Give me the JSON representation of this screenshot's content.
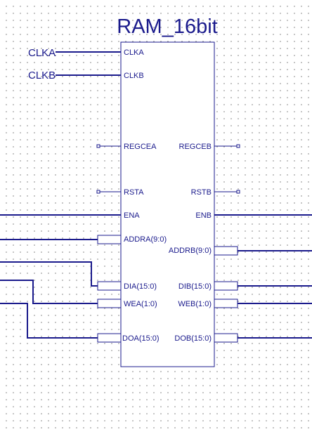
{
  "symbol": {
    "title": "RAM_16bit",
    "nets": {
      "clka": "CLKA",
      "clkb": "CLKB"
    },
    "pins_left": {
      "clka": "CLKA",
      "clkb": "CLKB",
      "regcea": "REGCEA",
      "rsta": "RSTA",
      "ena": "ENA",
      "addra": "ADDRA(9:0)",
      "dia": "DIA(15:0)",
      "wea": "WEA(1:0)",
      "doa": "DOA(15:0)"
    },
    "pins_right": {
      "regceb": "REGCEB",
      "rstb": "RSTB",
      "enb": "ENB",
      "addrb": "ADDRB(9:0)",
      "dib": "DIB(15:0)",
      "web": "WEB(1:0)",
      "dob": "DOB(15:0)"
    },
    "colors": {
      "wire": "#1a1a8c",
      "grid_dot": "#7a7a7a",
      "background": "#ffffff"
    }
  }
}
